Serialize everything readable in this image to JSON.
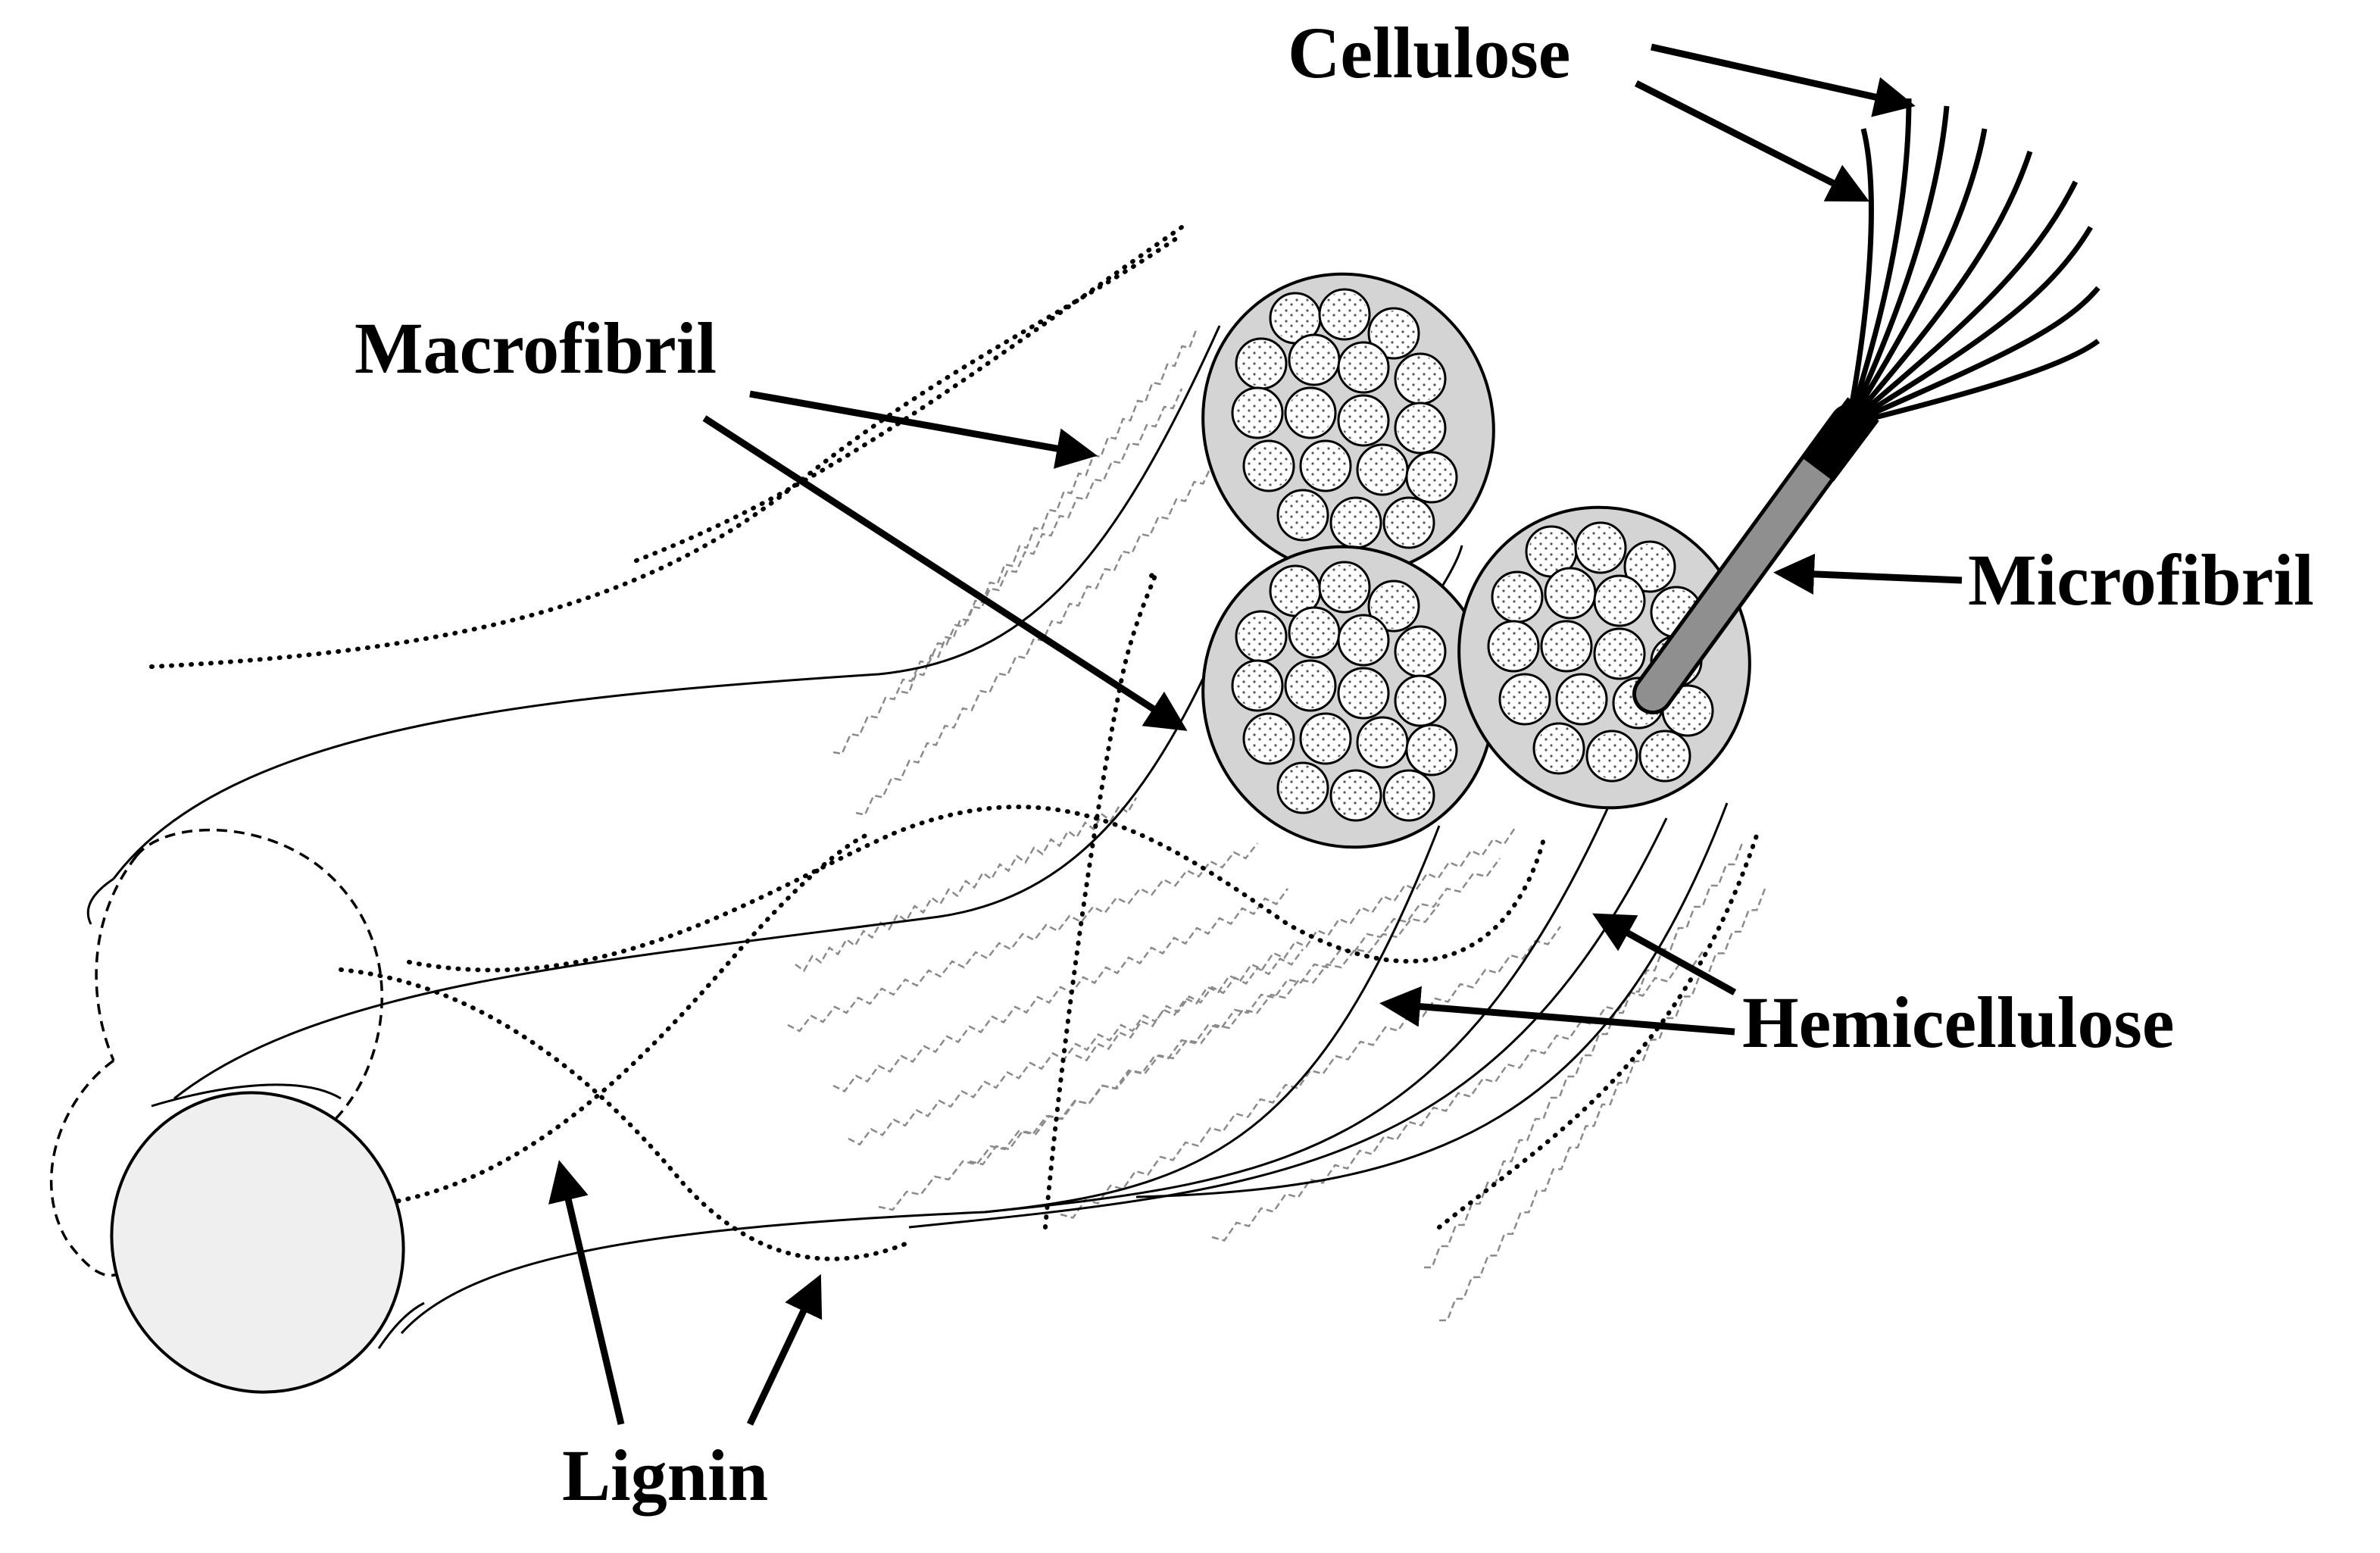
{
  "labels": {
    "cellulose": "Cellulose",
    "macrofibril": "Macrofibril",
    "microfibril": "Microfibril",
    "hemicellulose": "Hemicellulose",
    "lignin": "Lignin"
  },
  "colors": {
    "ink": "#000000",
    "bundle_fill": "#d4d4d4",
    "cell_fill": "#ffffff",
    "microfibril_rod": "#8f8f8f",
    "hemicellulose_strand": "#8a8a8a",
    "end_cap": "#efefef"
  }
}
